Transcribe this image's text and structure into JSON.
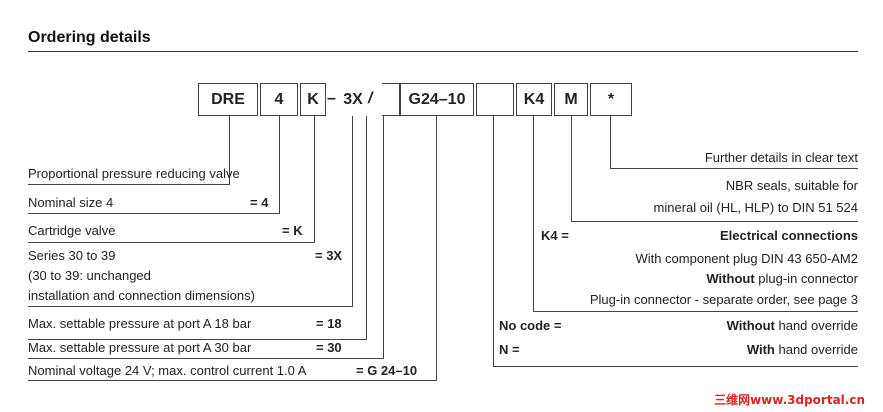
{
  "title": "Ordering details",
  "code": {
    "c1": "DRE",
    "c2": "4",
    "c3": "K",
    "sep1": "–",
    "c4": "3X",
    "sep2": "/",
    "c5": "G24–10",
    "c6": "",
    "c7": "K4",
    "c8": "M",
    "c9": "*"
  },
  "left": {
    "valve": "Proportional pressure reducing valve",
    "size_label": "Nominal size 4",
    "size_code": "= 4",
    "cartridge_label": "Cartridge valve",
    "cartridge_code": "= K",
    "series_l1": "Series 30 to 39",
    "series_l2": "(30 to 39: unchanged",
    "series_l3": "installation and connection dimensions)",
    "series_code": "= 3X",
    "p18_label": "Max. settable pressure at port A 18 bar",
    "p18_code": "= 18",
    "p30_label": "Max. settable pressure at port A 30 bar",
    "p30_code": "= 30",
    "volt_label": "Nominal voltage 24 V; max. control current 1.0 A",
    "volt_code": "= G 24–10"
  },
  "right": {
    "further": "Further details in clear text",
    "nbr_l1": "NBR seals, suitable for",
    "nbr_l2": "mineral oil (HL, HLP) to DIN 51 524",
    "k4_code": "K4 =",
    "k4_title": "Electrical connections",
    "k4_l1": "With component plug DIN 43 650-AM2",
    "k4_l2_bold": "Without",
    "k4_l2_rest": " plug-in connector",
    "k4_l3": "Plug-in connector - separate order, see page 3",
    "nocode_code": "No code =",
    "nocode_bold": "Without",
    "nocode_rest": " hand override",
    "n_code": "N =",
    "n_bold": "With",
    "n_rest": " hand override"
  },
  "watermark": "三维网www.3dportal.cn"
}
